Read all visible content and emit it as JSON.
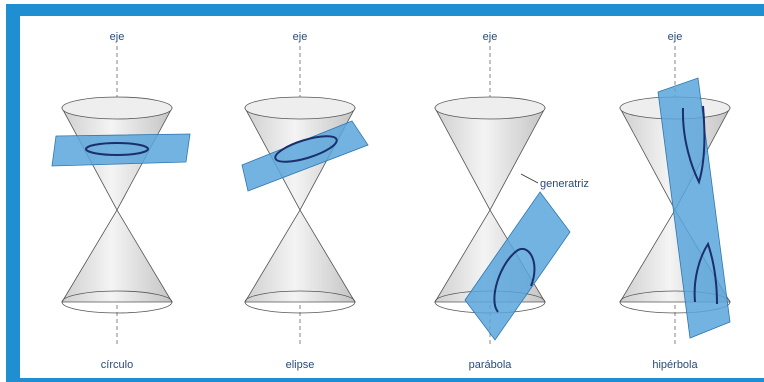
{
  "diagram": {
    "axis_label": "eje",
    "generatriz_label": "generatriz",
    "figures": [
      {
        "name": "circulo",
        "caption": "círculo"
      },
      {
        "name": "elipse",
        "caption": "elipse"
      },
      {
        "name": "parabola",
        "caption": "parábola"
      },
      {
        "name": "hiperbola",
        "caption": "hipérbola"
      }
    ],
    "colors": {
      "frame": "#1f8fd1",
      "plane": "#5aa6dd",
      "cone_fill": "#e6e6e6",
      "cone_stroke": "#555555",
      "curve": "#1a2f6b"
    }
  }
}
